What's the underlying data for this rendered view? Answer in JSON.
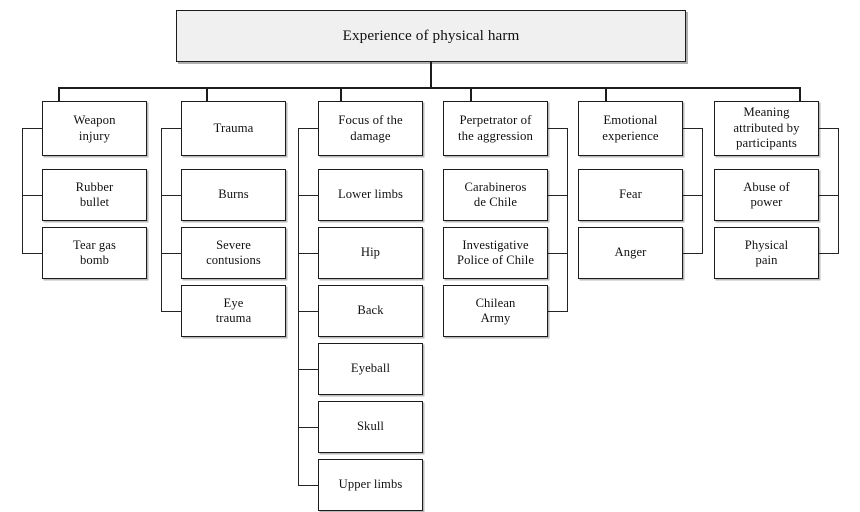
{
  "diagram": {
    "type": "hierarchy-tree",
    "title": "Experience of physical harm",
    "root": {
      "label": "Experience of physical harm",
      "fill_color": "#F0F0F0",
      "border_color": "#1C1C1C"
    },
    "branches": [
      {
        "id": "weapon-injury",
        "header": "Weapon\ninjury",
        "bracket_side": "left",
        "children": [
          "Rubber\nbullet",
          "Tear gas\nbomb"
        ]
      },
      {
        "id": "trauma",
        "header": "Trauma",
        "bracket_side": "left",
        "children": [
          "Burns",
          "Severe\ncontusions",
          "Eye\ntrauma"
        ]
      },
      {
        "id": "focus-of-the-damage",
        "header": "Focus of the\ndamage",
        "bracket_side": "left",
        "children": [
          "Lower limbs",
          "Hip",
          "Back",
          "Eyeball",
          "Skull",
          "Upper limbs"
        ]
      },
      {
        "id": "perpetrator-of-the-aggression",
        "header": "Perpetrator of\nthe aggression",
        "bracket_side": "right",
        "children": [
          "Carabineros\nde Chile",
          "Investigative\nPolice of Chile",
          "Chilean\nArmy"
        ]
      },
      {
        "id": "emotional-experience",
        "header": "Emotional\nexperience",
        "bracket_side": "right",
        "children": [
          "Fear",
          "Anger"
        ]
      },
      {
        "id": "meaning-attributed-by-participants",
        "header": "Meaning\nattributed by\nparticipants",
        "bracket_side": "right",
        "children": [
          "Abuse of\npower",
          "Physical\npain"
        ]
      }
    ]
  }
}
